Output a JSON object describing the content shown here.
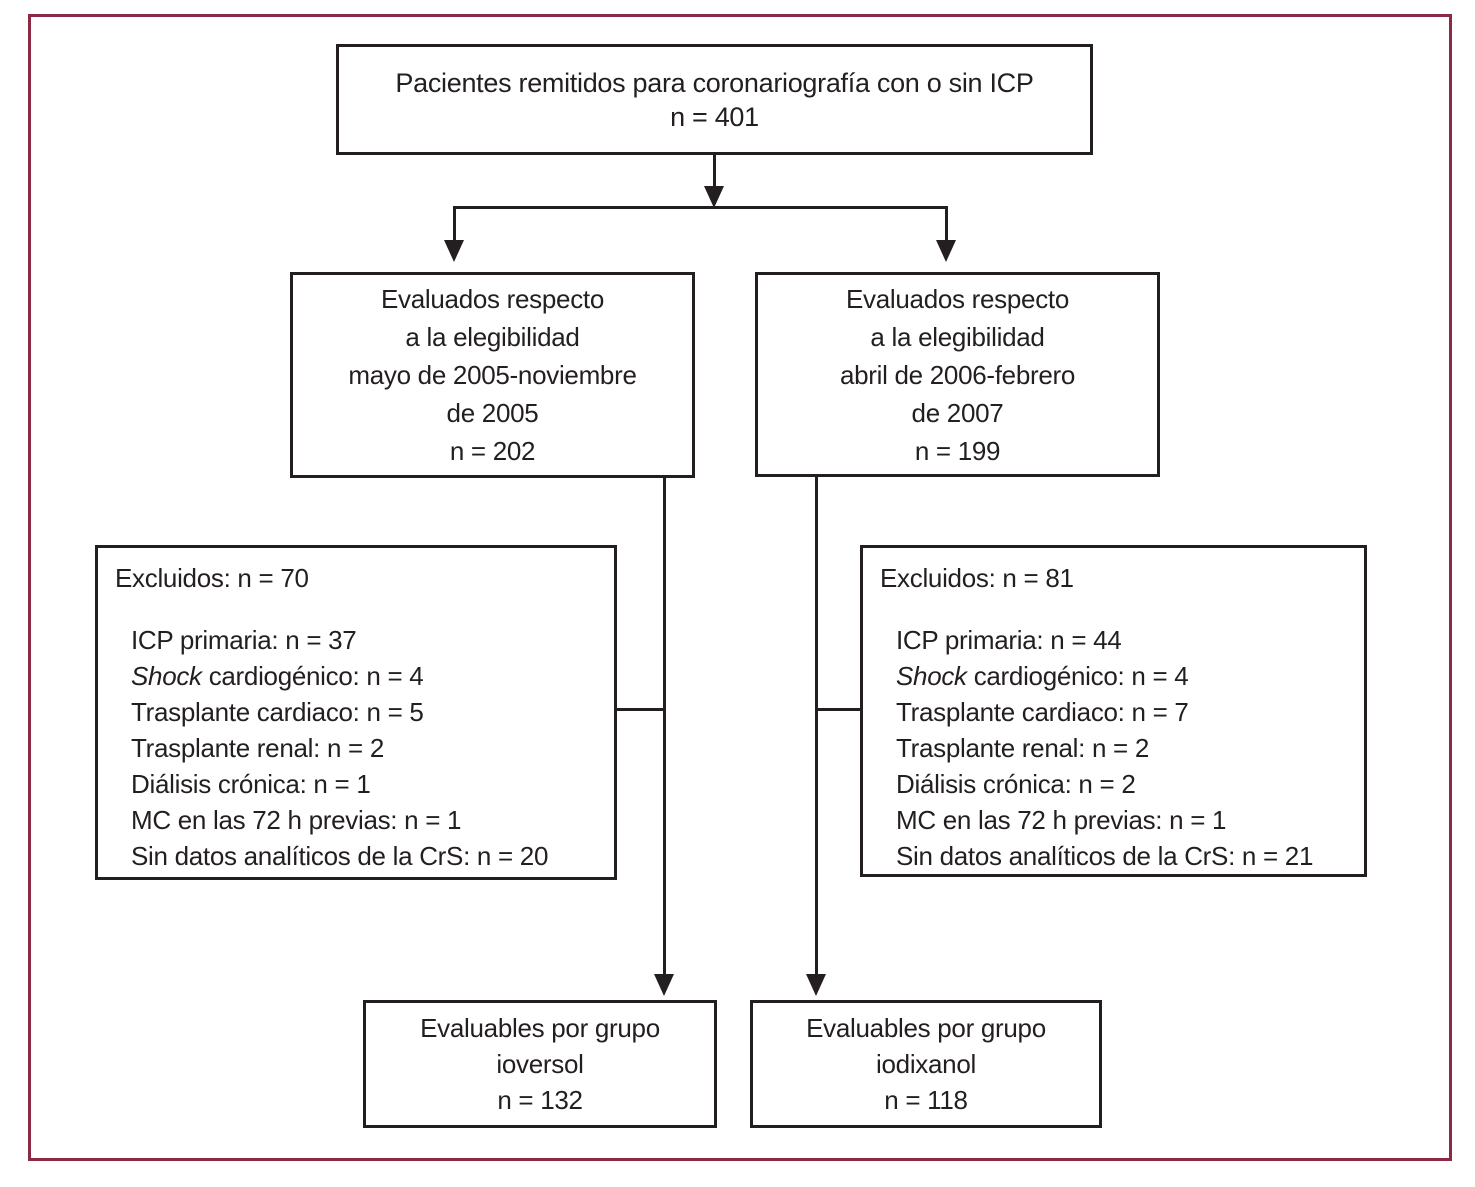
{
  "colors": {
    "frame_border": "#8b2a44",
    "line": "#231f20",
    "text": "#231f20",
    "background": "#ffffff"
  },
  "boxes": {
    "top": {
      "lines": [
        "Pacientes remitidos para coronariografía con o sin ICP",
        "n = 401"
      ]
    },
    "mid_left": {
      "lines": [
        "Evaluados respecto",
        "a la elegibilidad",
        "mayo de 2005-noviembre",
        "de 2005",
        "n = 202"
      ]
    },
    "mid_right": {
      "lines": [
        "Evaluados respecto",
        "a la elegibilidad",
        "abril de 2006-febrero",
        "de 2007",
        "n = 199"
      ]
    },
    "excl_left": {
      "header": "Excluidos: n = 70",
      "items": [
        {
          "em": "",
          "text": "ICP primaria: n = 37"
        },
        {
          "em": "Shock",
          "text": " cardiogénico: n = 4"
        },
        {
          "em": "",
          "text": "Trasplante cardiaco: n = 5"
        },
        {
          "em": "",
          "text": "Trasplante renal: n = 2"
        },
        {
          "em": "",
          "text": "Diálisis crónica: n = 1"
        },
        {
          "em": "",
          "text": "MC en las 72 h previas: n = 1"
        },
        {
          "em": "",
          "text": "Sin datos analíticos de la CrS: n = 20"
        }
      ]
    },
    "excl_right": {
      "header": "Excluidos: n = 81",
      "items": [
        {
          "em": "",
          "text": "ICP primaria: n = 44"
        },
        {
          "em": "Shock",
          "text": " cardiogénico: n = 4"
        },
        {
          "em": "",
          "text": "Trasplante cardiaco: n = 7"
        },
        {
          "em": "",
          "text": "Trasplante renal: n = 2"
        },
        {
          "em": "",
          "text": "Diálisis crónica: n = 2"
        },
        {
          "em": "",
          "text": "MC en las 72 h previas: n = 1"
        },
        {
          "em": "",
          "text": "Sin datos analíticos de la CrS: n = 21"
        }
      ]
    },
    "bottom_left": {
      "lines": [
        "Evaluables por grupo",
        "ioversol",
        "n = 132"
      ]
    },
    "bottom_right": {
      "lines": [
        "Evaluables por grupo",
        "iodixanol",
        "n = 118"
      ]
    }
  }
}
